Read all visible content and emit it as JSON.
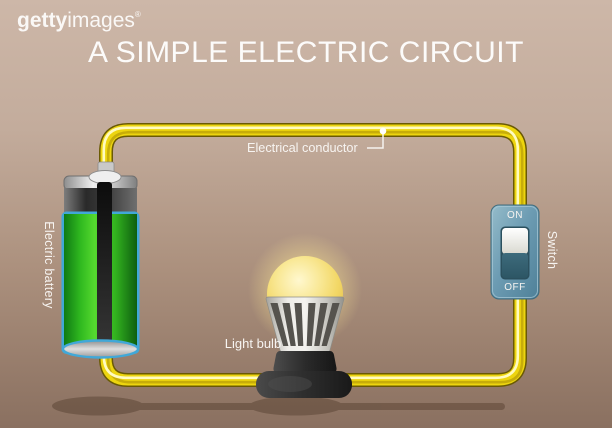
{
  "watermark": {
    "brand_bold": "getty",
    "brand_regular": "images",
    "registered": "®"
  },
  "title": "A SIMPLE ELECTRIC CIRCUIT",
  "labels": {
    "conductor": "Electrical conductor",
    "battery": "Electric battery",
    "bulb": "Light bulb",
    "switch": "Switch",
    "switch_on": "ON",
    "switch_off": "OFF"
  },
  "colors": {
    "background_top": "#cdb7a8",
    "background_bottom": "#8a7060",
    "wire_yellow": "#edd50f",
    "wire_highlight": "#fffbbf",
    "battery_green": "#3cc026",
    "battery_outline_blue": "#41a8d8",
    "battery_cap_silver": "#d9d9d9",
    "bulb_glow": "#f6de78",
    "switch_body_blue": "#6d9cb3",
    "label_text": "#f7f4f1",
    "shadow_brown": "#3a2616"
  }
}
